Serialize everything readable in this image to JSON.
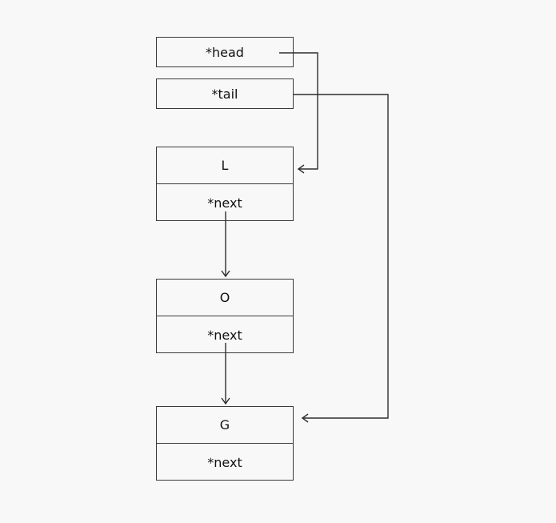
{
  "pointers": {
    "head": "*head",
    "tail": "*tail"
  },
  "nodes": [
    {
      "value": "L",
      "next": "*next"
    },
    {
      "value": "O",
      "next": "*next"
    },
    {
      "value": "G",
      "next": "*next"
    }
  ],
  "colors": {
    "background": "#f8f8f8",
    "stroke": "#3a3a3a"
  }
}
